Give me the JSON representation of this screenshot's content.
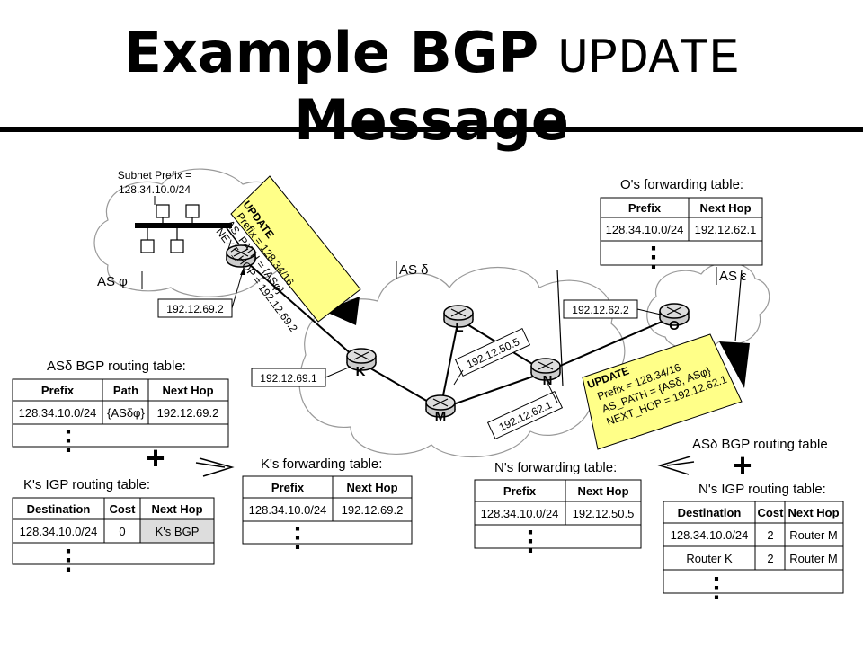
{
  "title": {
    "part1": "Example BGP",
    "mono": "UPDATE",
    "part2": "Message"
  },
  "subnet": {
    "line1": "Subnet Prefix =",
    "line2": "128.34.10.0/24"
  },
  "as_labels": {
    "phi": "AS φ",
    "delta": "AS δ",
    "epsilon": "AS ε"
  },
  "routers": {
    "K": "K",
    "L": "L",
    "M": "M",
    "N": "N",
    "O": "O"
  },
  "addresses": {
    "a1": "192.12.69.2",
    "a2": "192.12.69.1",
    "a3": "192.12.62.2",
    "a4": "192.12.50.5",
    "a5": "192.12.62.1"
  },
  "update1": {
    "head": "UPDATE",
    "l1": "Prefix = 128.34/16",
    "l2": "AS_PATH = {ASφ}",
    "l3": "NEXT_HOP = 192.12.69.2"
  },
  "update2": {
    "head": "UPDATE",
    "l1": "Prefix = 128.34/16",
    "l2": "AS_PATH = {ASδ, ASφ}",
    "l3": "NEXT_HOP = 192.12.62.1"
  },
  "o_fwd": {
    "caption": "O's forwarding table:",
    "h1": "Prefix",
    "h2": "Next Hop",
    "r1c1": "128.34.10.0/24",
    "r1c2": "192.12.62.1"
  },
  "bgp_left": {
    "caption": "ASδ BGP routing table:",
    "h1": "Prefix",
    "h2": "Path",
    "h3": "Next Hop",
    "r1c1": "128.34.10.0/24",
    "r1c2": "{ASδφ}",
    "r1c3": "192.12.69.2"
  },
  "igp_k": {
    "caption": "K's IGP routing table:",
    "h1": "Destination",
    "h2": "Cost",
    "h3": "Next Hop",
    "r1c1": "128.34.10.0/24",
    "r1c2": "0",
    "r1c3": "K's BGP"
  },
  "fwd_k": {
    "caption": "K's forwarding table:",
    "h1": "Prefix",
    "h2": "Next Hop",
    "r1c1": "128.34.10.0/24",
    "r1c2": "192.12.69.2"
  },
  "fwd_n": {
    "caption": "N's forwarding table:",
    "h1": "Prefix",
    "h2": "Next Hop",
    "r1c1": "128.34.10.0/24",
    "r1c2": "192.12.50.5"
  },
  "bgp_right": {
    "caption": "ASδ BGP routing table"
  },
  "igp_n": {
    "caption": "N's IGP routing table:",
    "h1": "Destination",
    "h2": "Cost",
    "h3": "Next Hop",
    "r1c1": "128.34.10.0/24",
    "r1c2": "2",
    "r1c3": "Router M",
    "r2c1": "Router K",
    "r2c2": "2",
    "r2c3": "Router M"
  },
  "colors": {
    "update_fill": "#ffff88",
    "gray_cell": "#dddddd"
  }
}
